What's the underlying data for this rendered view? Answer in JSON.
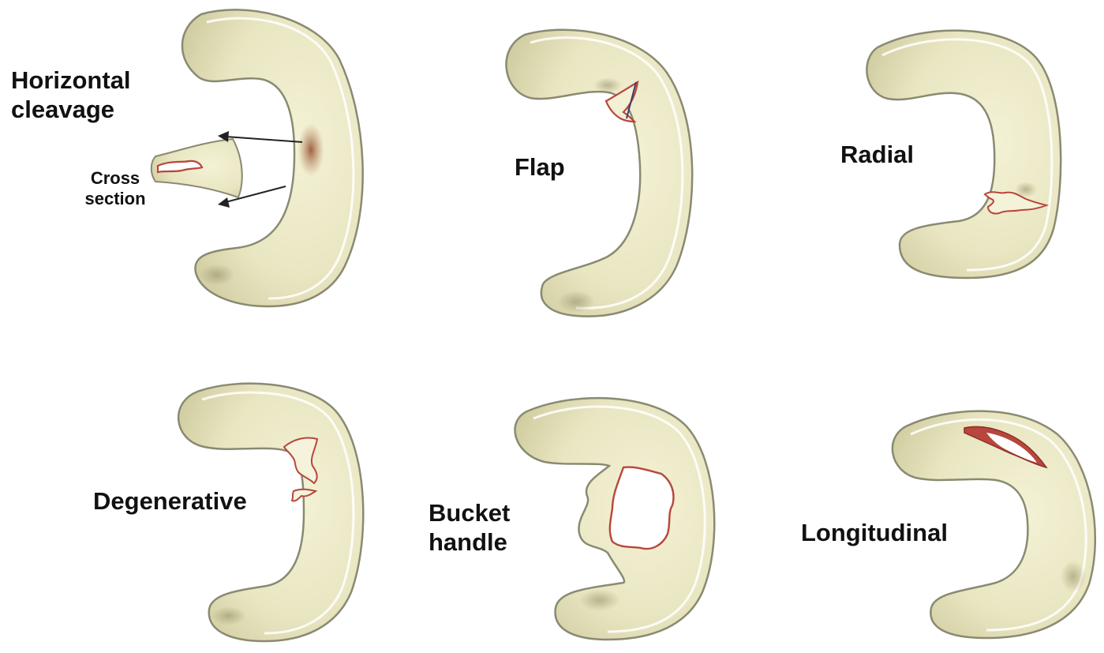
{
  "labels": {
    "horizontal_cleavage": {
      "line1": "Horizontal",
      "line2": "cleavage"
    },
    "cross_section": {
      "line1": "Cross",
      "line2": "section"
    },
    "flap": "Flap",
    "radial": "Radial",
    "degenerative": "Degenerative",
    "bucket_handle": {
      "line1": "Bucket",
      "line2": "handle"
    },
    "longitudinal": "Longitudinal"
  },
  "colors": {
    "meniscus_fill": "#eeeccb",
    "meniscus_outline": "#8a8a72",
    "rim_highlight": "#ffffff",
    "shading": "#b9b58c",
    "tear_outline": "#b8463c",
    "bruise": "#a86a4a",
    "background": "#ffffff",
    "text": "#111111"
  }
}
